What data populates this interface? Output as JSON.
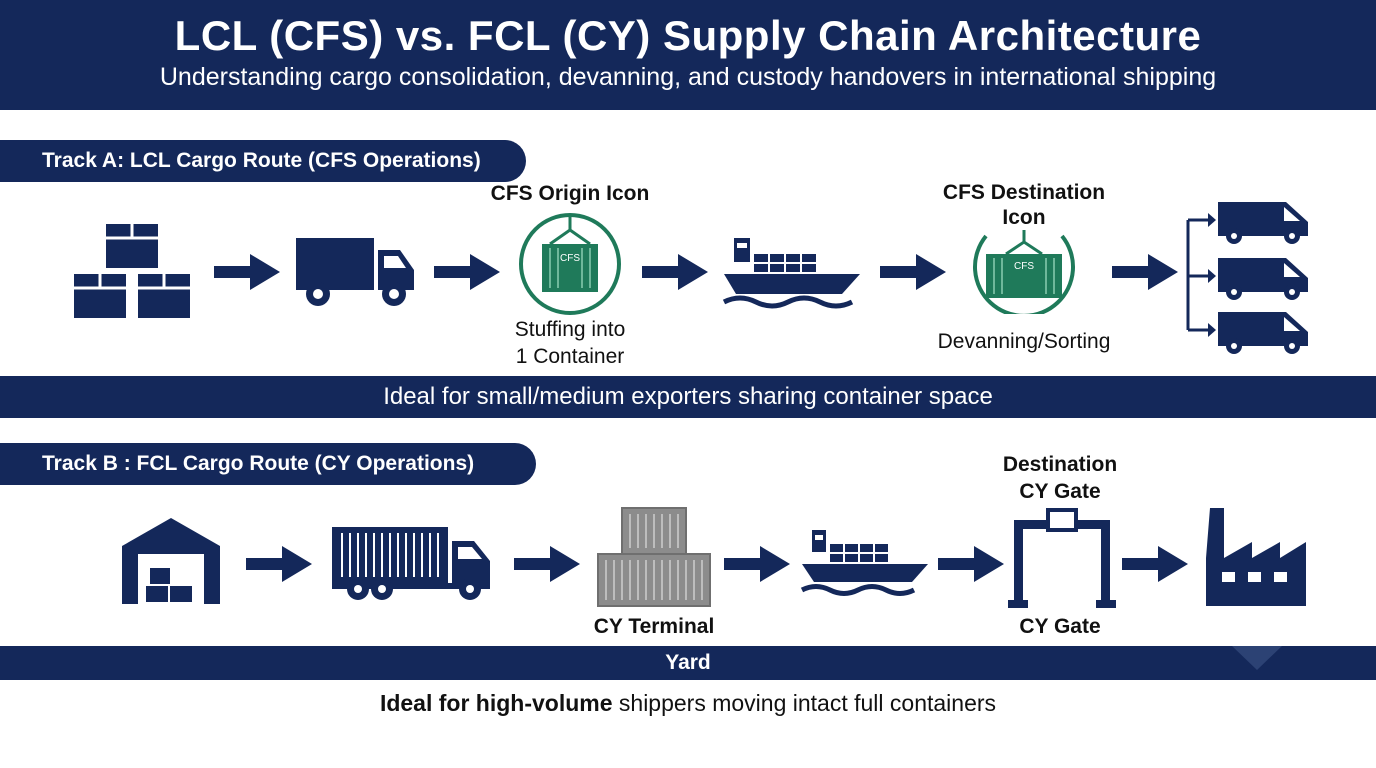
{
  "header": {
    "title": "LCL (CFS) vs. FCL (CY) Supply Chain Architecture",
    "subtitle": "Understanding cargo consolidation, devanning, and custody handovers in international shipping"
  },
  "track_a": {
    "title": "Track A: LCL Cargo Route (CFS Operations)",
    "cfs_origin_label": "CFS Origin Icon",
    "cfs_origin_caption_1": "Stuffing into",
    "cfs_origin_caption_2": "1 Container",
    "cfs_dest_label_1": "CFS Destination",
    "cfs_dest_label_2": "Icon",
    "cfs_dest_caption": "Devanning/Sorting",
    "container_text": "CFS",
    "band_text": "Ideal for small/medium exporters sharing container space"
  },
  "track_b": {
    "title": "Track B  : FCL Cargo Route (CY Operations)",
    "cy_terminal_label": "CY Terminal",
    "dest_gate_label_1": "Destination",
    "dest_gate_label_2": "CY Gate",
    "cy_gate_label": "CY Gate",
    "band_text": "Yard",
    "note_bold": "Ideal for high-volume",
    "note_rest": " shippers moving intact full containers"
  },
  "colors": {
    "navy": "#14285a",
    "green": "#1f7a5a",
    "gray": "#8c8c8c"
  },
  "icons": {
    "track_a": [
      "boxes-icon",
      "arrow-icon",
      "truck-icon",
      "arrow-icon",
      "cfs-origin-icon",
      "arrow-icon",
      "cargo-ship-icon",
      "arrow-icon",
      "cfs-destination-icon",
      "arrow-icon",
      "delivery-vans-icon"
    ],
    "track_b": [
      "warehouse-icon",
      "arrow-icon",
      "container-truck-icon",
      "arrow-icon",
      "stacked-containers-icon",
      "arrow-icon",
      "cargo-ship-icon",
      "arrow-icon",
      "cy-gate-icon",
      "arrow-icon",
      "factory-icon"
    ]
  }
}
